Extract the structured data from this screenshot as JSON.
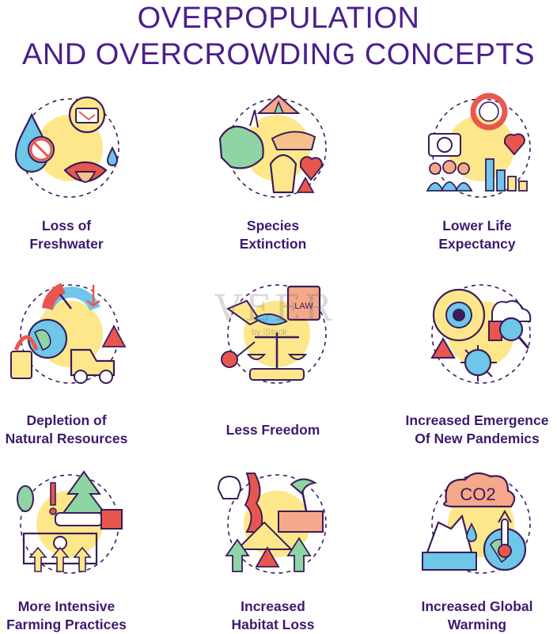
{
  "title": {
    "line1": "OVERPOPULATION",
    "line2": "AND OVERCROWDING CONCEPTS"
  },
  "concepts": [
    {
      "line1": "Loss of",
      "line2": "Freshwater",
      "icon": "water-drop-mouth-icon"
    },
    {
      "line1": "Species",
      "line2": "Extinction",
      "icon": "animals-icon"
    },
    {
      "line1": "Lower Life",
      "line2": "Expectancy",
      "icon": "people-chart-icon"
    },
    {
      "line1": "Depletion of",
      "line2": "Natural Resources",
      "icon": "gauge-fuel-icon"
    },
    {
      "line1": "Less Freedom",
      "line2": "",
      "icon": "law-scales-icon"
    },
    {
      "line1": "Increased Emergence",
      "line2": "Of New Pandemics",
      "icon": "virus-globe-icon"
    },
    {
      "line1": "More Intensive",
      "line2": "Farming Practices",
      "icon": "farming-icon"
    },
    {
      "line1": "Increased",
      "line2": "Habitat Loss",
      "icon": "habitat-icon"
    },
    {
      "line1": "Increased Global",
      "line2": "Warming",
      "icon": "co2-iceberg-icon"
    }
  ],
  "inner_text": {
    "law": "LAW",
    "co2": "CO2"
  },
  "watermark": {
    "brand": "VEER",
    "sub": "by iStock"
  },
  "colors": {
    "title": "#4b1f8c",
    "outline": "#3a1d5c",
    "yellow": "#fde78a",
    "blue": "#6ec6e8",
    "red": "#e8574f",
    "peach": "#f5a88a",
    "green": "#8ed5a3"
  }
}
